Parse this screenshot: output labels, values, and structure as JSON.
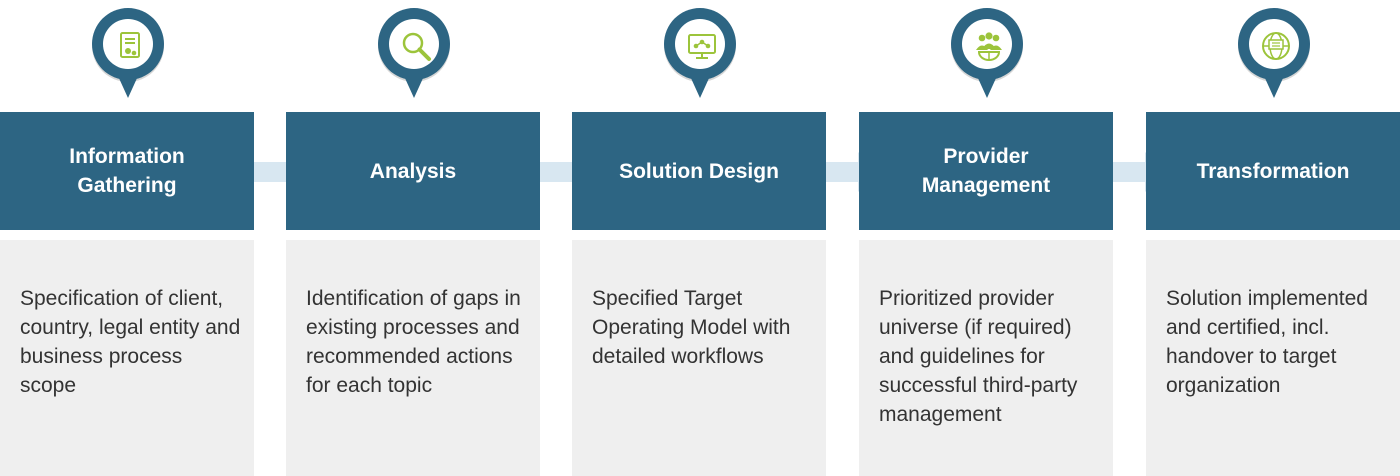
{
  "stages": [
    {
      "title": "Information Gathering",
      "description": "Specification of client, country, legal entity and business process scope",
      "icon": "document-gears-icon"
    },
    {
      "title": "Analysis",
      "description": "Identification of gaps in existing processes and recommended actions for each topic",
      "icon": "magnifier-icon"
    },
    {
      "title": "Solution Design",
      "description": "Specified Target Operating Model with detailed workflows",
      "icon": "monitor-workflow-icon"
    },
    {
      "title": "Provider Management",
      "description": "Prioritized provider universe (if required) and guidelines for successful third-party management",
      "icon": "people-globe-icon"
    },
    {
      "title": "Transformation",
      "description": "Solution implemented and certified, incl. handover to target organization",
      "icon": "certified-globe-icon"
    }
  ],
  "colors": {
    "header": "#2d6583",
    "body": "#efefef",
    "connector": "#d8e7f1",
    "icon": "#9cc43b"
  }
}
